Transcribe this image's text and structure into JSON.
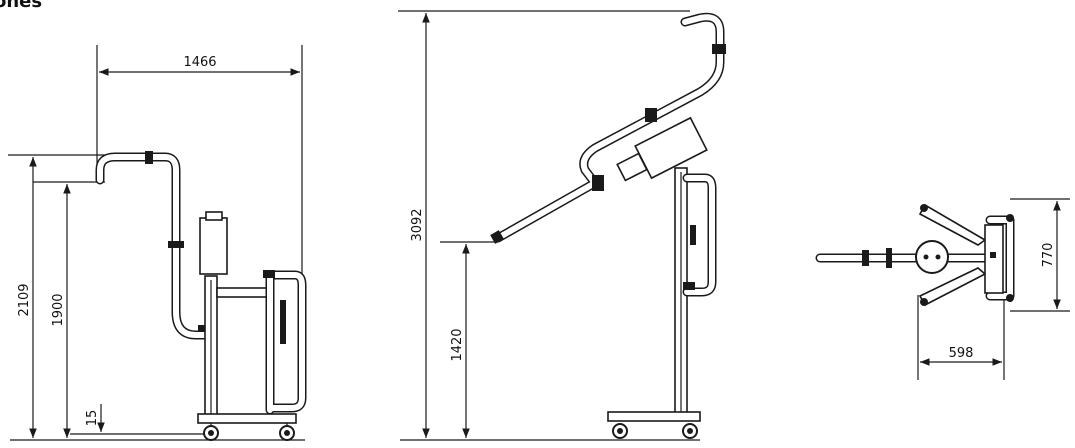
{
  "heading": "ones",
  "dimensions": {
    "width_1466": "1466",
    "height_2109": "2109",
    "height_1900": "1900",
    "offset_15": "15",
    "height_3092": "3092",
    "height_1420": "1420",
    "height_770": "770",
    "width_598": "598"
  }
}
